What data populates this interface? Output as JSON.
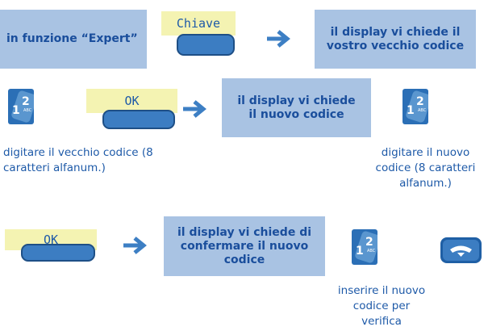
{
  "steps": {
    "expert_mode": "in funzione “Expert”",
    "softkey_key": "Chiave",
    "prompt_old_code": "il display vi chiede il vostro vecchio codice",
    "softkey_ok_1": "OK",
    "prompt_new_code": "il display vi chiede il nuovo codice",
    "softkey_ok_2": "OK",
    "prompt_confirm": "il display vi chiede di confermare il nuovo codice"
  },
  "notes": {
    "enter_old": "digitare il vecchio codice (8 caratteri alfanum.)",
    "enter_new": "digitare il nuovo codice (8 caratteri alfanum.)",
    "verify": "inserire il nuovo codice per verifica"
  },
  "keypad": {
    "digit1": "1",
    "digit2": "2",
    "letters": "ABC"
  },
  "colors": {
    "box_fill": "#a9c3e3",
    "box_text": "#1a4e9c",
    "lcd_fill": "#f4f3b2",
    "button_fill": "#3c7dc2",
    "arrow": "#3d7fc4",
    "note_text": "#1e5aa8"
  }
}
